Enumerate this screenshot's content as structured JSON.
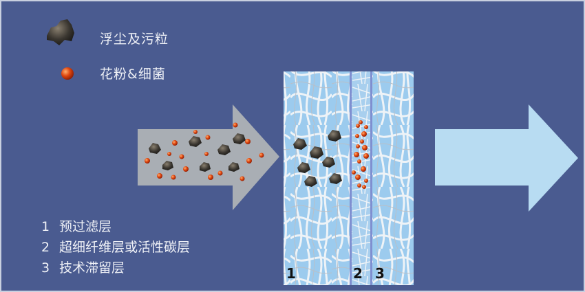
{
  "legend": [
    {
      "icon": "dust-particle-icon",
      "label": "浮尘及污粒"
    },
    {
      "icon": "pollen-bacteria-dot-icon",
      "label": "花粉&细菌"
    }
  ],
  "layers": [
    {
      "number": "1",
      "label": "预过滤层"
    },
    {
      "number": "2",
      "label": "超细纤维层或活性碳层"
    },
    {
      "number": "3",
      "label": "技术滞留层"
    }
  ],
  "colors": {
    "background": "#4a5b90",
    "inflow_arrow": "#a9aeb4",
    "outflow_arrow": "#b8dcf2",
    "dust": "#3a3630",
    "pollen": "#d9440f",
    "fiber_bg": "#8fc4ea"
  }
}
